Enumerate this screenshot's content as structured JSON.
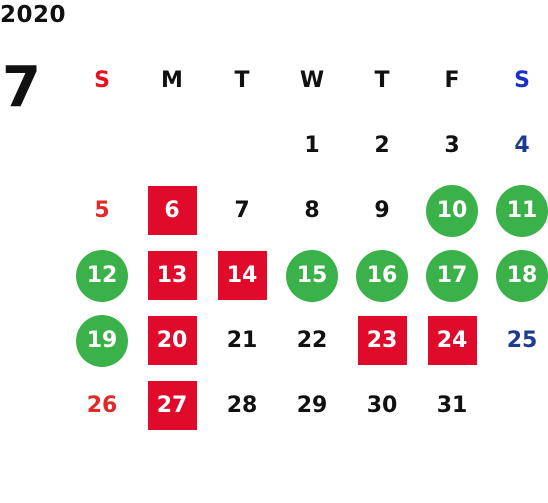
{
  "calendar": {
    "year": "2020",
    "month": "7",
    "weekdays": [
      "S",
      "M",
      "T",
      "W",
      "T",
      "F",
      "S"
    ],
    "colors": {
      "sunday": "#e02a2a",
      "saturday": "#1f3b8f",
      "holiday_box": "#e00a2a",
      "event_circle": "#3bb249"
    },
    "weeks": [
      [
        "",
        "",
        "",
        "1",
        "2",
        "3",
        "4"
      ],
      [
        "5",
        "6",
        "7",
        "8",
        "9",
        "10",
        "11"
      ],
      [
        "12",
        "13",
        "14",
        "15",
        "16",
        "17",
        "18"
      ],
      [
        "19",
        "20",
        "21",
        "22",
        "23",
        "24",
        "25"
      ],
      [
        "26",
        "27",
        "28",
        "29",
        "30",
        "31",
        ""
      ]
    ]
  }
}
